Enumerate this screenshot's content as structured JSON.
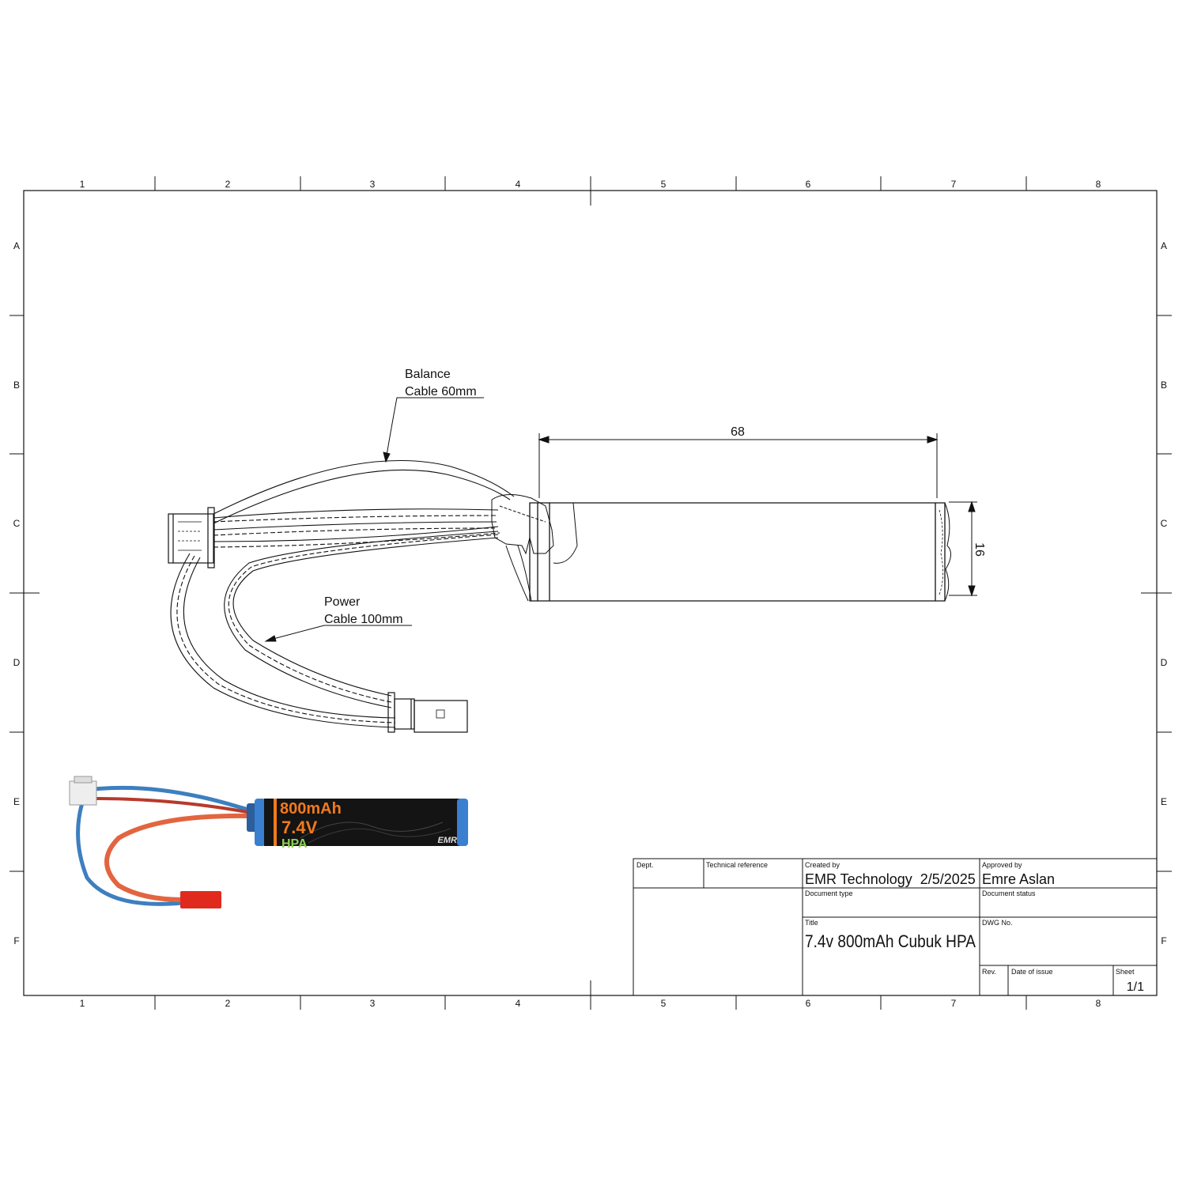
{
  "grid": {
    "columns": [
      "1",
      "2",
      "3",
      "4",
      "5",
      "6",
      "7",
      "8"
    ],
    "rows": [
      "A",
      "B",
      "C",
      "D",
      "E",
      "F"
    ]
  },
  "annotations": {
    "balance_line1": "Balance",
    "balance_line2": "Cable 60mm",
    "power_line1": "Power",
    "power_line2": "Cable 100mm",
    "length_dim": "68",
    "diameter_dim": "16"
  },
  "photo": {
    "capacity": "800mAh",
    "voltage": "7.4V",
    "type": "HPA",
    "brand": "EMR",
    "colors": {
      "sleeve": "#141414",
      "cap": "#3a7fd0",
      "accent": "#f07a1e",
      "wire_blue": "#3d7fbf",
      "wire_red": "#e26540",
      "jst_red": "#e02a1e",
      "connector_white": "#eeeeee"
    }
  },
  "title_block": {
    "dept_label": "Dept.",
    "tech_ref_label": "Technical reference",
    "created_by_label": "Created by",
    "created_by_value": "EMR Technology  2/5/2025",
    "approved_by_label": "Approved by",
    "approved_by_value": "Emre Aslan",
    "doc_type_label": "Document type",
    "doc_status_label": "Document status",
    "title_label": "Title",
    "title_value": "7.4v 800mAh Cubuk HPA",
    "dwg_no_label": "DWG No.",
    "rev_label": "Rev.",
    "date_issue_label": "Date of issue",
    "sheet_label": "Sheet",
    "sheet_value": "1/1"
  }
}
